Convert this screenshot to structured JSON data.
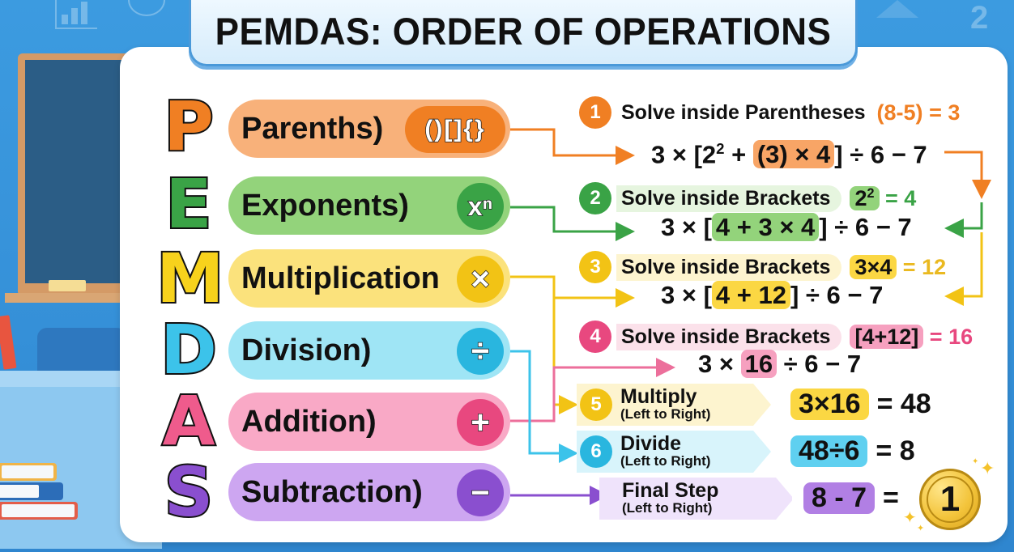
{
  "title": "PEMDAS: ORDER OF OPERATIONS",
  "colors": {
    "background": "#3590d8",
    "orange": "#f07f23",
    "green": "#3aa346",
    "yellow": "#f2c315",
    "cyan": "#29b6df",
    "pink": "#e8487f",
    "purple": "#8a4fcf"
  },
  "rows": [
    {
      "letter": "P",
      "label": "Parenths)",
      "icon": "brackets-icon",
      "icon_text": "()[]{}"
    },
    {
      "letter": "E",
      "label": "Exponents)",
      "icon": "exponent-icon",
      "icon_text": "xⁿ"
    },
    {
      "letter": "M",
      "label": "Multiplication",
      "icon": "multiply-icon",
      "icon_text": "×"
    },
    {
      "letter": "D",
      "label": "Division)",
      "icon": "divide-icon",
      "icon_text": "÷"
    },
    {
      "letter": "A",
      "label": "Addition)",
      "icon": "plus-icon",
      "icon_text": "+"
    },
    {
      "letter": "S",
      "label": "Subtraction)",
      "icon": "minus-icon",
      "icon_text": "−"
    }
  ],
  "steps": [
    {
      "num": "1",
      "title": "Solve inside Parentheses",
      "chip": "(8-5)",
      "result": "= 3",
      "expr": {
        "pre": "3 × [2",
        "sup": "2",
        "mid": " + ",
        "hl": "(3) × 4",
        "post": "] ÷ 6 − 7"
      }
    },
    {
      "num": "2",
      "title": "Solve inside Brackets",
      "chip": "2",
      "chip_sup": "2",
      "result": "= 4",
      "expr": {
        "pre": "3 × [",
        "hl": "4 + 3 × 4",
        "post": "] ÷ 6 − 7"
      }
    },
    {
      "num": "3",
      "title": "Solve inside Brackets",
      "chip": "3×4",
      "result": "= 12",
      "expr": {
        "pre": "3 × [",
        "hl": "4 + 12",
        "post": "] ÷ 6 − 7"
      }
    },
    {
      "num": "4",
      "title": "Solve inside Brackets",
      "chip": "[4+12]",
      "result": "= 16",
      "expr": {
        "pre": "3 × ",
        "hl": "16",
        "post": " ÷ 6 − 7"
      }
    },
    {
      "num": "5",
      "title": "Multiply",
      "sub": "(Left to Right)",
      "chip": "3×16",
      "result": "= 48"
    },
    {
      "num": "6",
      "title": "Divide",
      "sub": "(Left to Right)",
      "chip": "48÷6",
      "result": "= 8"
    },
    {
      "num": "",
      "title": "Final Step",
      "sub": "(Left to Right)",
      "chip": "8 - 7",
      "result": "=",
      "answer": "1"
    }
  ]
}
